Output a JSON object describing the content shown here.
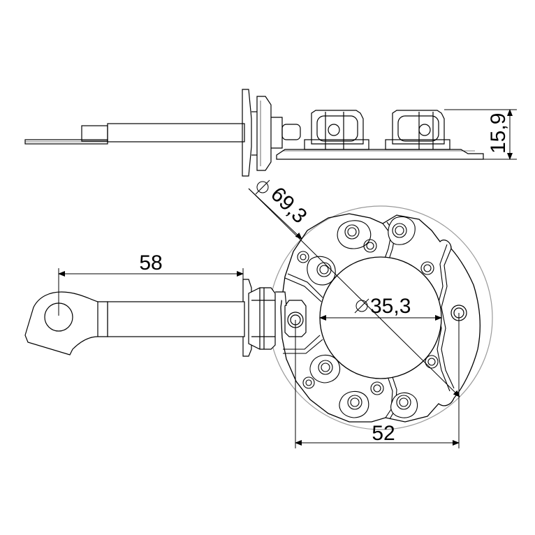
{
  "dimensions": {
    "height_side": "15,9",
    "outer_diameter": "69,3",
    "inner_diameter": "35,3",
    "lead_length": "58",
    "hole_spacing": "52"
  },
  "colors": {
    "line": "#000000",
    "outer_circle": "#9a9a9a",
    "background": "#ffffff"
  }
}
